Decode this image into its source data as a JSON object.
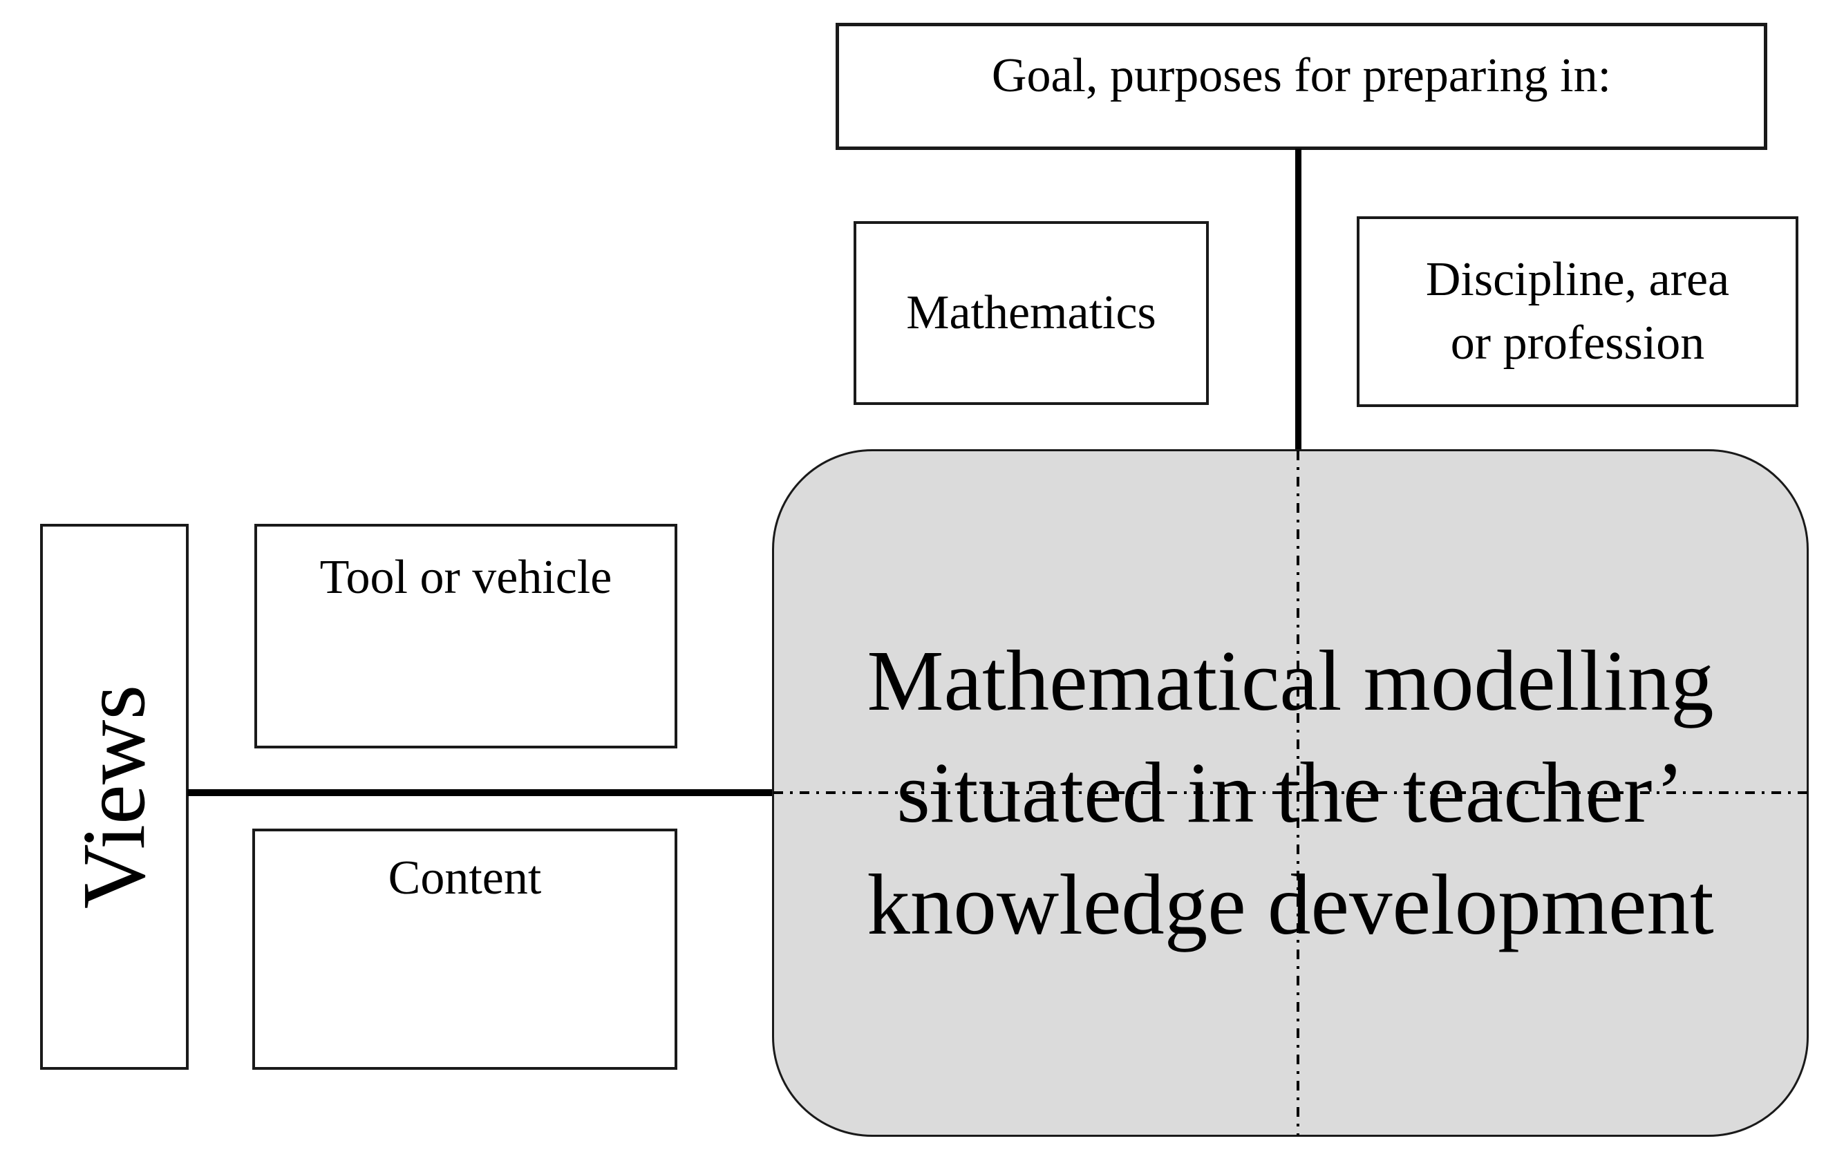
{
  "diagram": {
    "goal_box": {
      "label": "Goal, purposes for preparing in:"
    },
    "mathematics_box": {
      "label": "Mathematics"
    },
    "discipline_box": {
      "lines": [
        "Discipline, area",
        "or profession"
      ],
      "label": "Discipline, area\nor profession"
    },
    "views_box": {
      "label": "Views"
    },
    "tool_box": {
      "label": "Tool or vehicle"
    },
    "content_box": {
      "label": "Content"
    },
    "center_box": {
      "lines": [
        "Mathematical modelling",
        "situated in the teacher’",
        "knowledge development"
      ]
    },
    "colors": {
      "center_box_fill": "#dbdbdb",
      "line_color": "#000000",
      "border_color": "#1a1a1a"
    }
  }
}
